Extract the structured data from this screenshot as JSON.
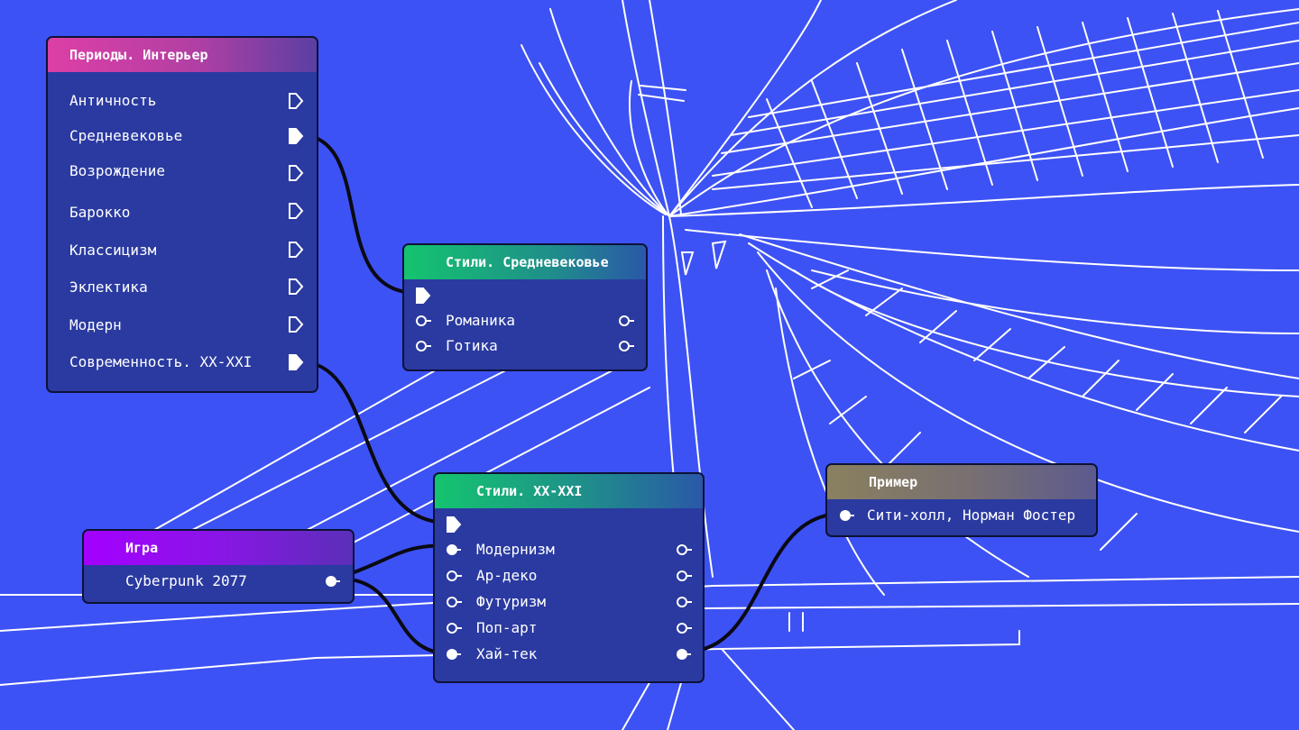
{
  "nodes": {
    "periods": {
      "title": "Периоды. Интерьер",
      "items": [
        {
          "label": "Античность"
        },
        {
          "label": "Средневековье"
        },
        {
          "label": "Возрождение"
        },
        {
          "label": "Барокко"
        },
        {
          "label": "Классицизм"
        },
        {
          "label": "Эклектика"
        },
        {
          "label": "Модерн"
        },
        {
          "label": "Современность. XX-XXI"
        }
      ]
    },
    "styles_medieval": {
      "title": "Стили. Средневековье",
      "items": [
        {
          "label": "Романика"
        },
        {
          "label": "Готика"
        }
      ]
    },
    "styles_modern": {
      "title": "Стили. XX-XXI",
      "items": [
        {
          "label": "Модернизм"
        },
        {
          "label": "Ар-деко"
        },
        {
          "label": "Футуризм"
        },
        {
          "label": "Поп-арт"
        },
        {
          "label": "Хай-тек"
        }
      ]
    },
    "game": {
      "title": "Игра",
      "items": [
        {
          "label": "Cyberpunk 2077"
        }
      ]
    },
    "example": {
      "title": "Пример",
      "items": [
        {
          "label": "Сити-холл, Норман Фостер"
        }
      ]
    }
  },
  "colors": {
    "background": "#3d52f4",
    "node_body": "#2a3aa0",
    "wire": "#0a0a14",
    "header_periods": [
      "#dd3fa6",
      "#5b3fa3"
    ],
    "header_styles": [
      "#14c46f",
      "#2a58a8"
    ],
    "header_game": [
      "#a400ff",
      "#5a2fb8"
    ],
    "header_example": [
      "#8a8060",
      "#5c5a8e"
    ]
  }
}
